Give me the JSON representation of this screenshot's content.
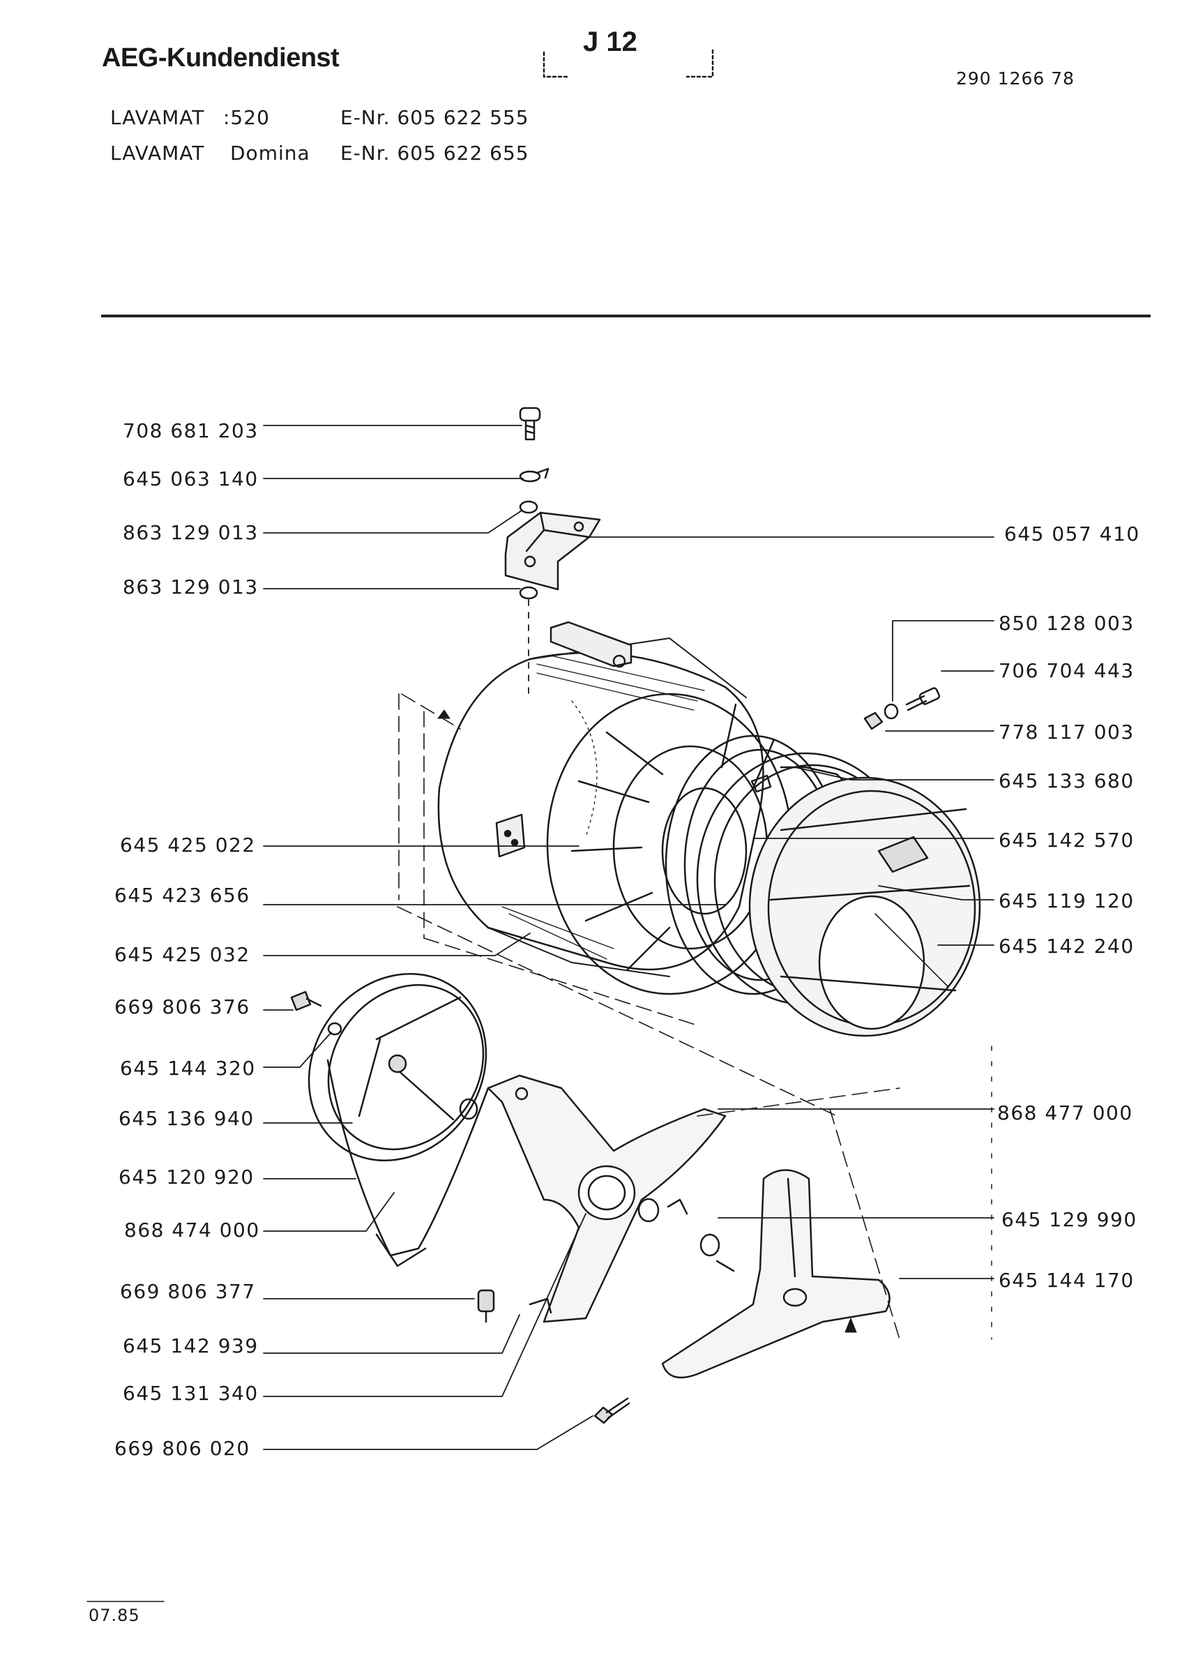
{
  "header": {
    "brand": "AEG-Kundendienst",
    "sheet": "J 12",
    "doc_number": "290 1266 78"
  },
  "models": [
    {
      "name": "LAVAMAT",
      "variant": ":520",
      "enr": "E-Nr. 605 622 555"
    },
    {
      "name": "LAVAMAT",
      "variant": "Domina",
      "enr": "E-Nr. 605 622 655"
    }
  ],
  "parts_left": [
    "708 681 203",
    "645 063 140",
    "863 129 013",
    "863 129 013",
    "645 425 022",
    "645 423 656",
    "645 425 032",
    "669 806 376",
    "645 144 320",
    "645 136 940",
    "645 120 920",
    "868 474 000",
    "669 806 377",
    "645 142 939",
    "645 131 340",
    "669 806 020"
  ],
  "parts_right": [
    "645 057 410",
    "850 128 003",
    "706 704 443",
    "778 117 003",
    "645 133 680",
    "645 142 570",
    "645 119 120",
    "645 142 240",
    "868 477 000",
    "645 129 990",
    "645 144 170"
  ],
  "footer": {
    "date": "07.85"
  }
}
